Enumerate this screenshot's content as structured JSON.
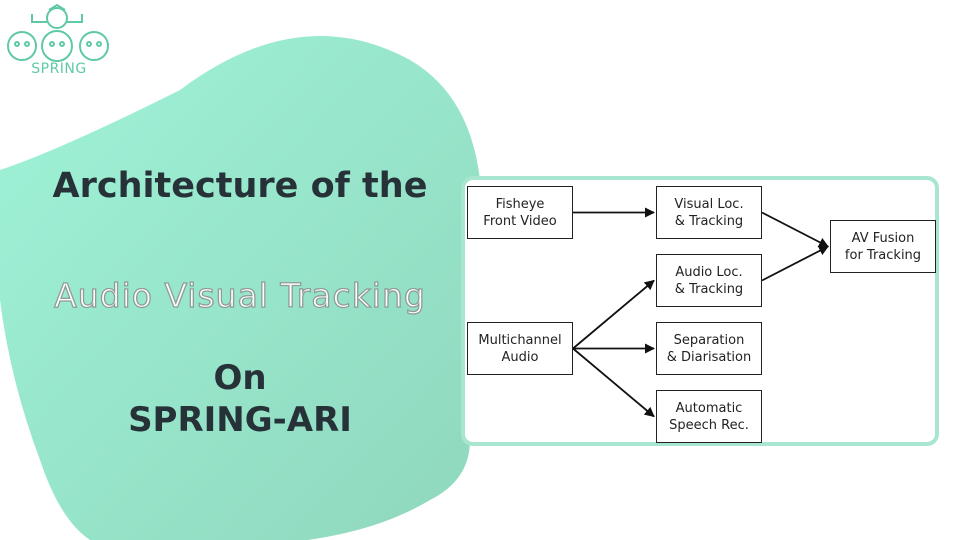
{
  "logo": {
    "text": "SPRING"
  },
  "title": {
    "line1": "Architecture of the",
    "line2": "Audio Visual Tracking",
    "line3": "On",
    "line4": "SPRING-ARI"
  },
  "colors": {
    "accent": "#a8e6cf",
    "text_dark": "#263238"
  },
  "diagram": {
    "nodes": {
      "fisheye": "Fisheye\nFront Video",
      "multichannel": "Multichannel\nAudio",
      "visual_loc": "Visual Loc.\n& Tracking",
      "audio_loc": "Audio Loc.\n& Tracking",
      "separation": "Separation\n& Diarisation",
      "asr": "Automatic\nSpeech Rec.",
      "av_fusion": "AV Fusion\nfor Tracking"
    },
    "edges": [
      [
        "fisheye",
        "visual_loc"
      ],
      [
        "multichannel",
        "audio_loc"
      ],
      [
        "multichannel",
        "separation"
      ],
      [
        "multichannel",
        "asr"
      ],
      [
        "visual_loc",
        "av_fusion"
      ],
      [
        "audio_loc",
        "av_fusion"
      ]
    ]
  }
}
